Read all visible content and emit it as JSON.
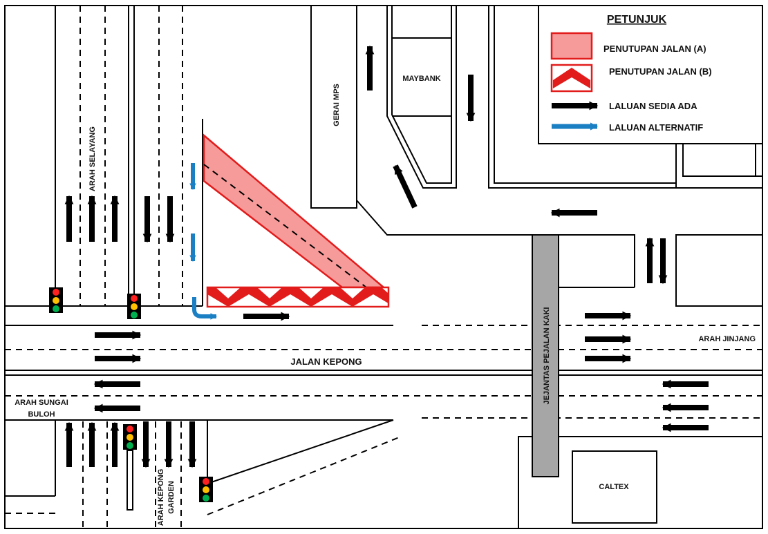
{
  "legend": {
    "title": "PETUNJUK",
    "items": [
      {
        "label": "PENUTUPAN JALAN (A)",
        "symbol": "red-fill-box"
      },
      {
        "label": "PENUTUPAN JALAN (B)",
        "symbol": "red-chevron-box"
      },
      {
        "label": "LALUAN SEDIA ADA",
        "symbol": "black-arrow"
      },
      {
        "label": "LALUAN ALTERNATIF",
        "symbol": "blue-arrow"
      }
    ]
  },
  "labels": {
    "main_road": "JALAN KEPONG",
    "to_selayang": "ARAH SELAYANG",
    "to_jinjang": "ARAH JINJANG",
    "to_sungai_buloh_1": "ARAH SUNGAI",
    "to_sungai_buloh_2": "BULOH",
    "to_kepong_garden_1": "ARAH KEPONG",
    "to_kepong_garden_2": "GARDEN",
    "footbridge": "JEJANTAS PEJALAN KAKI"
  },
  "buildings": {
    "gerai": "GERAI MPS",
    "maybank": "MAYBANK",
    "caltex": "CALTEX"
  },
  "colors": {
    "closure_fill": "#f79a9a",
    "closure_stroke": "#e21b1b",
    "existing_route": "#000000",
    "alternative_route": "#1b7fc4",
    "footbridge": "#a6a6a6",
    "signal_red": "#ff2020",
    "signal_amber": "#ffc000",
    "signal_green": "#00b050"
  }
}
